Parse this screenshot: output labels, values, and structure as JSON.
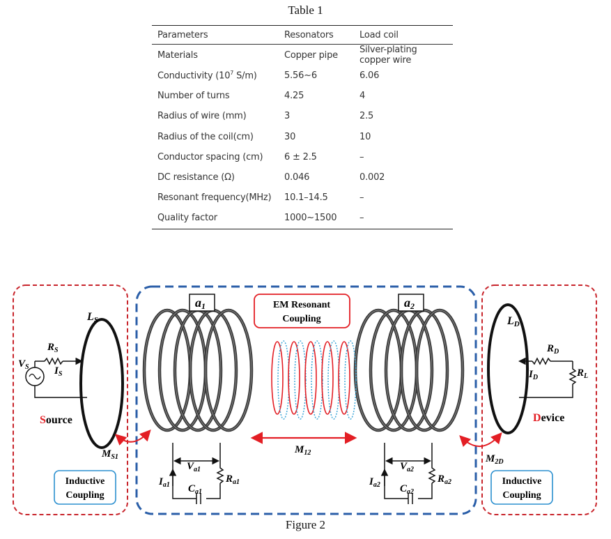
{
  "table": {
    "caption": "Table 1",
    "headers": [
      "Parameters",
      "Resonators",
      "Load coil"
    ],
    "rows": [
      [
        "Materials",
        "Copper pipe",
        "Silver-plating copper wire"
      ],
      [
        "Conductivity (10^7 S/m)",
        "5.56~6",
        "6.06"
      ],
      [
        "Number of turns",
        "4.25",
        "4"
      ],
      [
        "Radius of wire (mm)",
        "3",
        "2.5"
      ],
      [
        "Radius of the coil(cm)",
        "30",
        "10"
      ],
      [
        "Conductor spacing (cm)",
        "6 ± 2.5",
        "–"
      ],
      [
        "DC resistance (Ω)",
        "0.046",
        "0.002"
      ],
      [
        "Resonant frequency(MHz)",
        "10.1–14.5",
        "–"
      ],
      [
        "Quality factor",
        "1000~1500",
        "–"
      ]
    ]
  },
  "figure": {
    "caption": "Figure 2",
    "source": {
      "label_first": "S",
      "label_rest": "ource",
      "Ls": "L",
      "Ls_sub": "S",
      "Rs": "R",
      "Rs_sub": "S",
      "Vs": "V",
      "Vs_sub": "S",
      "Is": "I",
      "Is_sub": "S",
      "Ms1": "M",
      "Ms1_sub": "S1"
    },
    "resonator1": {
      "name": "a",
      "name_sub": "1",
      "V": "V",
      "V_sub": "a1",
      "R": "R",
      "R_sub": "a1",
      "I": "I",
      "I_sub": "a1",
      "C": "C",
      "C_sub": "a1"
    },
    "resonator2": {
      "name": "a",
      "name_sub": "2",
      "V": "V",
      "V_sub": "a2",
      "R": "R",
      "R_sub": "a2",
      "I": "I",
      "I_sub": "a2",
      "C": "C",
      "C_sub": "a2"
    },
    "em_label_line1": "EM Resonant",
    "em_label_line2": "Coupling",
    "M12": "M",
    "M12_sub": "12",
    "device": {
      "label_first": "D",
      "label_rest": "evice",
      "Ld": "L",
      "Ld_sub": "D",
      "Rd": "R",
      "Rd_sub": "D",
      "Rl": "R",
      "Rl_sub": "L",
      "Id": "I",
      "Id_sub": "D",
      "M2d": "M",
      "M2d_sub": "2D"
    },
    "inductive_left_line1": "Inductive",
    "inductive_left_line2": "Coupling",
    "inductive_right_line1": "Inductive",
    "inductive_right_line2": "Coupling",
    "colors": {
      "red": "#e31e24",
      "blue": "#2a5ea8",
      "coil": "#3a3a3a",
      "dot_blue": "#3aa6d8"
    }
  }
}
